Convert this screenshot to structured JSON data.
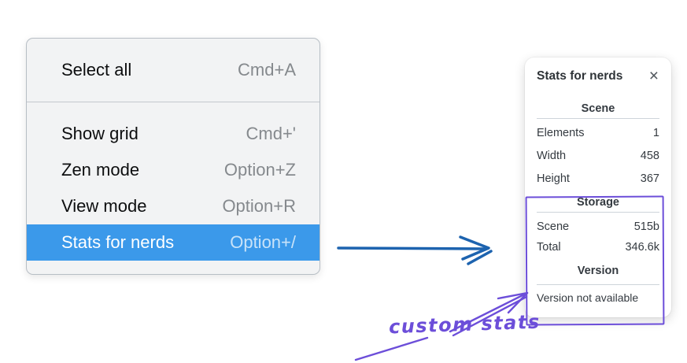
{
  "menu": {
    "sections": [
      {
        "items": [
          {
            "label": "Select all",
            "shortcut": "Cmd+A"
          }
        ]
      },
      {
        "items": [
          {
            "label": "Show grid",
            "shortcut": "Cmd+'"
          },
          {
            "label": "Zen mode",
            "shortcut": "Option+Z"
          },
          {
            "label": "View mode",
            "shortcut": "Option+R"
          },
          {
            "label": "Stats for nerds",
            "shortcut": "Option+/",
            "selected": true
          }
        ]
      }
    ],
    "selection_color": "#3b99ea"
  },
  "stats_panel": {
    "title": "Stats for nerds",
    "close_icon": "×",
    "scene": {
      "header": "Scene",
      "rows": [
        {
          "label": "Elements",
          "value": "1"
        },
        {
          "label": "Width",
          "value": "458"
        },
        {
          "label": "Height",
          "value": "367"
        }
      ]
    },
    "storage": {
      "header": "Storage",
      "rows": [
        {
          "label": "Scene",
          "value": "515b"
        },
        {
          "label": "Total",
          "value": "346.6k"
        }
      ]
    },
    "version": {
      "header": "Version",
      "note": "Version not available"
    }
  },
  "annotations": {
    "custom_stats_label": "custom stats",
    "pointer_arrow_color": "#1d63af",
    "annotation_color": "#6c4ed9"
  }
}
